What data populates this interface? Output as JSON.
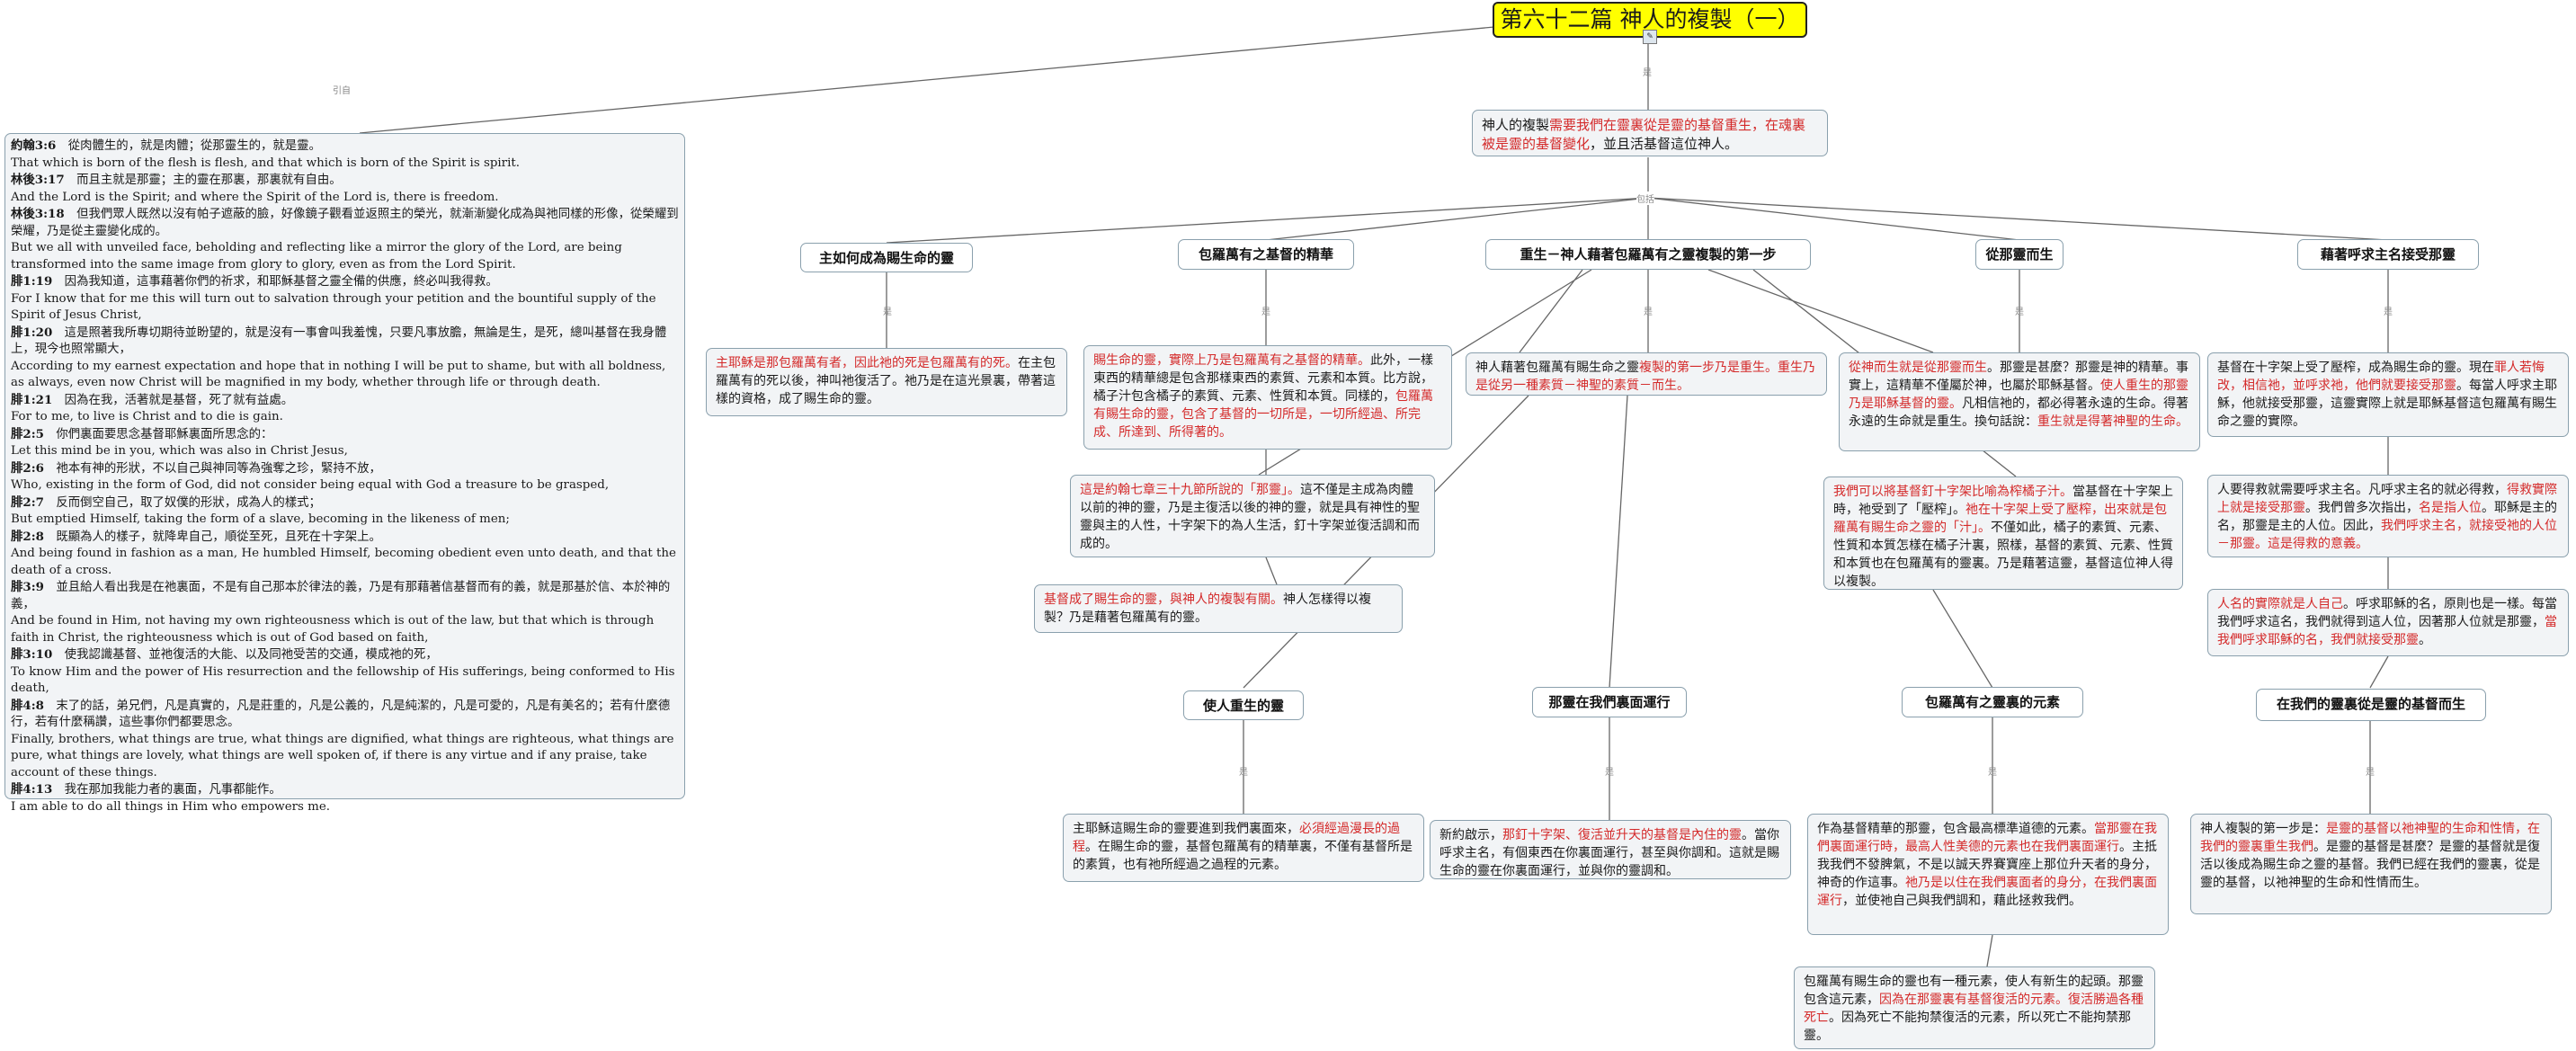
{
  "title": "第六十二篇 神人的複製（一）",
  "edge_labels": {
    "quote": "引自",
    "is": "是",
    "has": "包括"
  },
  "root_note_icon": "note-icon",
  "scripture": [
    {
      "ref": "約翰3:6",
      "zh": "從肉體生的，就是肉體；從那靈生的，就是靈。",
      "en": "That which is born of the flesh is flesh, and that which is born of the Spirit is spirit."
    },
    {
      "ref": "林後3:17",
      "zh": "而且主就是那靈；主的靈在那裏，那裏就有自由。",
      "en": "And the Lord is the Spirit; and where the Spirit of the Lord is, there is freedom."
    },
    {
      "ref": "林後3:18",
      "zh": "但我們眾人既然以沒有帕子遮蔽的臉，好像鏡子觀看並返照主的榮光，就漸漸變化成為與祂同樣的形像，從榮耀到榮耀，乃是從主靈變化成的。",
      "en": "But we all with unveiled face, beholding and reflecting like a mirror the glory of the Lord, are being transformed into the same image from glory to glory, even as from the Lord Spirit."
    },
    {
      "ref": "腓1:19",
      "zh": "因為我知道，這事藉著你們的祈求，和耶穌基督之靈全備的供應，終必叫我得救。",
      "en": "For I know that for me this will turn out to salvation through your petition and the bountiful supply of the Spirit of Jesus Christ,"
    },
    {
      "ref": "腓1:20",
      "zh": "這是照著我所專切期待並盼望的，就是沒有一事會叫我羞愧，只要凡事放膽，無論是生，是死，總叫基督在我身體上，現今也照常顯大，",
      "en": "According to my earnest expectation and hope that in nothing I will be put to shame, but with all boldness, as always, even now Christ will be magnified in my body, whether through life or through death."
    },
    {
      "ref": "腓1:21",
      "zh": "因為在我，活著就是基督，死了就有益處。",
      "en": "For to me, to live is Christ and to die is gain."
    },
    {
      "ref": "腓2:5",
      "zh": "你們裏面要思念基督耶穌裏面所思念的：",
      "en": "Let this mind be in you, which was also in Christ Jesus,"
    },
    {
      "ref": "腓2:6",
      "zh": "祂本有神的形狀，不以自己與神同等為強奪之珍，緊持不放，",
      "en": "Who, existing in the form of God, did not consider being equal with God a treasure to be grasped,"
    },
    {
      "ref": "腓2:7",
      "zh": "反而倒空自己，取了奴僕的形狀，成為人的樣式；",
      "en": "But emptied Himself, taking the form of a slave, becoming in the likeness of men;"
    },
    {
      "ref": "腓2:8",
      "zh": "既顯為人的樣子，就降卑自己，順從至死，且死在十字架上。",
      "en": "And being found in fashion as a man, He humbled Himself, becoming obedient even unto death, and that the death of a cross."
    },
    {
      "ref": "腓3:9",
      "zh": "並且給人看出我是在祂裏面，不是有自己那本於律法的義，乃是有那藉著信基督而有的義，就是那基於信、本於神的義，",
      "en": "And be found in Him, not having my own righteousness which is out of the law, but that which is through faith in Christ, the righteousness which is out of God based on faith,"
    },
    {
      "ref": "腓3:10",
      "zh": "使我認識基督、並祂復活的大能、以及同祂受苦的交通，模成祂的死，",
      "en": "To know Him and the power of His resurrection and the fellowship of His sufferings, being conformed to His death,"
    },
    {
      "ref": "腓4:8",
      "zh": "末了的話，弟兄們，凡是真實的，凡是莊重的，凡是公義的，凡是純潔的，凡是可愛的，凡是有美名的；若有什麼德行，若有什麼稱讚，這些事你們都要思念。",
      "en": "Finally, brothers, what things are true, what things are dignified, what things are righteous, what things are pure, what things are lovely, what things are well spoken of, if there is any virtue and if any praise, take account of these things."
    },
    {
      "ref": "腓4:13",
      "zh": "我在那加我能力者的裏面，凡事都能作。",
      "en": "I am able to do all things in Him who empowers me."
    }
  ],
  "main_point": [
    {
      "t": "神人的複製",
      "red": false
    },
    {
      "t": "需要我們在靈裏從是靈的基督重生，在魂裏被是靈的基督變化",
      "red": true
    },
    {
      "t": "，並且活基督這位神人。",
      "red": false
    }
  ],
  "topics": [
    "主如何成為賜生命的靈",
    "包羅萬有之基督的精華",
    "重生－神人藉著包羅萬有之靈複製的第一步",
    "從那靈而生",
    "藉著呼求主名接受那靈"
  ],
  "subtopics": [
    "使人重生的靈",
    "那靈在我們裏面運行",
    "包羅萬有之靈裏的元素",
    "在我們的靈裏從是靈的基督而生"
  ],
  "notes": {
    "n1": [
      {
        "t": "主耶穌是那包羅萬有者，因此祂的死是包羅萬有的死。",
        "red": true
      },
      {
        "t": "在主包羅萬有的死以後，神叫祂復活了。祂乃是在這光景裏，帶著這樣的資格，成了賜生命的靈。",
        "red": false
      }
    ],
    "n2": [
      {
        "t": "賜生命的靈，實際上乃是包羅萬有之基督的精華。",
        "red": true
      },
      {
        "t": "此外，一樣東西的精華總是包含那樣東西的素質、元素和本質。比方說，橘子汁包含橘子的素質、元素、性質和本質。同樣的，",
        "red": false
      },
      {
        "t": "包羅萬有賜生命的靈，包含了基督的一切所是，一切所經過、所完成、所達到、所得著的。",
        "red": true
      }
    ],
    "n3": [
      {
        "t": "這是約翰七章三十九節所說的「那靈」。",
        "red": true
      },
      {
        "t": "這不僅是主成為肉體以前的神的靈，乃是主復活以後的神的靈，就是具有神性的聖靈與主的人性，十字架下的為人生活，釘十字架並復活調和而成的。",
        "red": false
      }
    ],
    "n4": [
      {
        "t": "基督成了賜生命的靈，與神人的複製有關。",
        "red": true
      },
      {
        "t": "神人怎樣得以複製？乃是藉著包羅萬有的靈。",
        "red": false
      }
    ],
    "n5": [
      {
        "t": "神人藉著包羅萬有賜生命之靈",
        "red": false
      },
      {
        "t": "複製的第一步乃是重生。重生乃是從另一種素質－神聖的素質－而生。",
        "red": true
      }
    ],
    "n6": [
      {
        "t": "從神而生就是從那靈而生",
        "red": true
      },
      {
        "t": "。那靈是甚麼？那靈是神的精華。事實上，這精華不僅屬於神，也屬於耶穌基督。",
        "red": false
      },
      {
        "t": "使人重生的那靈乃是耶穌基督的靈。",
        "red": true
      },
      {
        "t": "凡相信祂的，都必得著永遠的生命。得著永遠的生命就是重生。換句話說：",
        "red": false
      },
      {
        "t": "重生就是得著神聖的生命。",
        "red": true
      }
    ],
    "n7": [
      {
        "t": "我們可以將基督釘十字架比喻為榨橘子汁。",
        "red": true
      },
      {
        "t": "當基督在十字架上時，祂受到了「壓榨」。",
        "red": false
      },
      {
        "t": "祂在十字架上受了壓榨，出來就是包羅萬有賜生命之靈的「汁」。",
        "red": true
      },
      {
        "t": "不僅如此，橘子的素質、元素、性質和本質怎樣在橘子汁裏，照樣，基督的素質、元素、性質和本質也在包羅萬有的靈裏。乃是藉著這靈，基督這位神人得以複製。",
        "red": false
      }
    ],
    "n8": [
      {
        "t": "基督在十字架上受了壓榨，成為賜生命的靈。現在",
        "red": false
      },
      {
        "t": "罪人若悔改，相信祂，並呼求祂，他們就要接受那靈",
        "red": true
      },
      {
        "t": "。每當人呼求主耶穌，他就接受那靈，這靈實際上就是耶穌基督這包羅萬有賜生命之靈的實際。",
        "red": false
      }
    ],
    "n9": [
      {
        "t": "人要得救就需要呼求主名。凡呼求主名的就必得救，",
        "red": false
      },
      {
        "t": "得救實際上就是接受那靈",
        "red": true
      },
      {
        "t": "。我們曾多次指出，",
        "red": false
      },
      {
        "t": "名是指人位",
        "red": true
      },
      {
        "t": "。耶穌是主的名，那靈是主的人位。因此，",
        "red": false
      },
      {
        "t": "我們呼求主名，就接受祂的人位－那靈。這是得救的意義。",
        "red": true
      }
    ],
    "n10": [
      {
        "t": "人名的實際就是人自己",
        "red": true
      },
      {
        "t": "。呼求耶穌的名，原則也是一樣。每當我們呼求這名，我們就得到這人位，因著那人位就是那靈，",
        "red": false
      },
      {
        "t": "當我們呼求耶穌的名，我們就接受那靈",
        "red": true
      },
      {
        "t": "。",
        "red": false
      }
    ],
    "n11": [
      {
        "t": "主耶穌這賜生命的靈要進到我們裏面來，",
        "red": false
      },
      {
        "t": "必須經過漫長的過程",
        "red": true
      },
      {
        "t": "。在賜生命的靈，基督包羅萬有的精華裏，不僅有基督所是的素質，也有祂所經過之過程的元素。",
        "red": false
      }
    ],
    "n12": [
      {
        "t": "新約啟示，",
        "red": false
      },
      {
        "t": "那釘十字架、復活並升天的基督是內住的靈",
        "red": true
      },
      {
        "t": "。當你呼求主名，有個東西在你裏面運行，甚至與你調和。這就是賜生命的靈在你裏面運行，並與你的靈調和。",
        "red": false
      }
    ],
    "n13": [
      {
        "t": "作為基督精華的那靈，包含最高標準道德的元素。",
        "red": false
      },
      {
        "t": "當那靈在我們裏面運行時，最高人性美德的元素也在我們裏面運行",
        "red": true
      },
      {
        "t": "。主抵我我們不發脾氣，不是以誠天界賽寶座上那位升天者的身分，神奇的作這事。",
        "red": false
      },
      {
        "t": "祂乃是以住在我們裏面者的身分，在我們裏面運行",
        "red": true
      },
      {
        "t": "，並使祂自己與我們調和，藉此拯救我們。",
        "red": false
      }
    ],
    "n14": [
      {
        "t": "包羅萬有賜生命的靈也有一種元素，使人有新生的起頭。那靈包含這元素，",
        "red": false
      },
      {
        "t": "因為在那靈裏有基督復活的元素。復活勝過各種死亡",
        "red": true
      },
      {
        "t": "。因為死亡不能拘禁復活的元素，所以死亡不能拘禁那靈。",
        "red": false
      }
    ],
    "n15": [
      {
        "t": "神人複製的第一步是：",
        "red": false
      },
      {
        "t": "是靈的基督以祂神聖的生命和性情，在我們的靈裏重生我們",
        "red": true
      },
      {
        "t": "。是靈的基督是甚麼？是靈的基督就是復活以後成為賜生命之靈的基督。我們已經在我們的靈裏，從是靈的基督，以祂神聖的生命和性情而生。",
        "red": false
      }
    ]
  },
  "colors": {
    "accent_red": "#d42a2a",
    "title_bg": "#ffff00",
    "box_bg": "#f2f4f6",
    "border": "#8aa0ad",
    "line": "#666666"
  }
}
